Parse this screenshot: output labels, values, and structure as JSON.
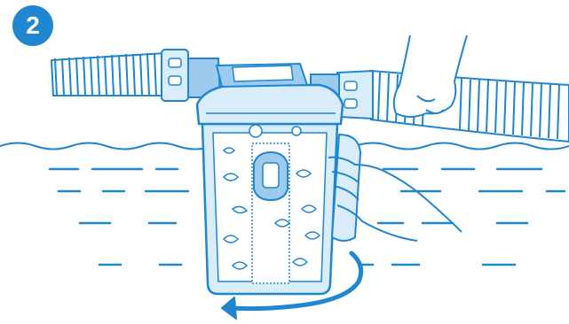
{
  "step": {
    "number": "2"
  },
  "colors": {
    "line": "#1f86cf",
    "fill_light": "#d9ecf9",
    "fill_mid": "#9ccbee",
    "background": "#ffffff"
  },
  "illustration": {
    "elements": [
      "left-hose",
      "right-hose",
      "filter-housing",
      "filter-lid",
      "filter-cartridge",
      "holding-hand",
      "turning-hand",
      "water-surface",
      "rotation-arrow",
      "debris-leaves"
    ]
  }
}
